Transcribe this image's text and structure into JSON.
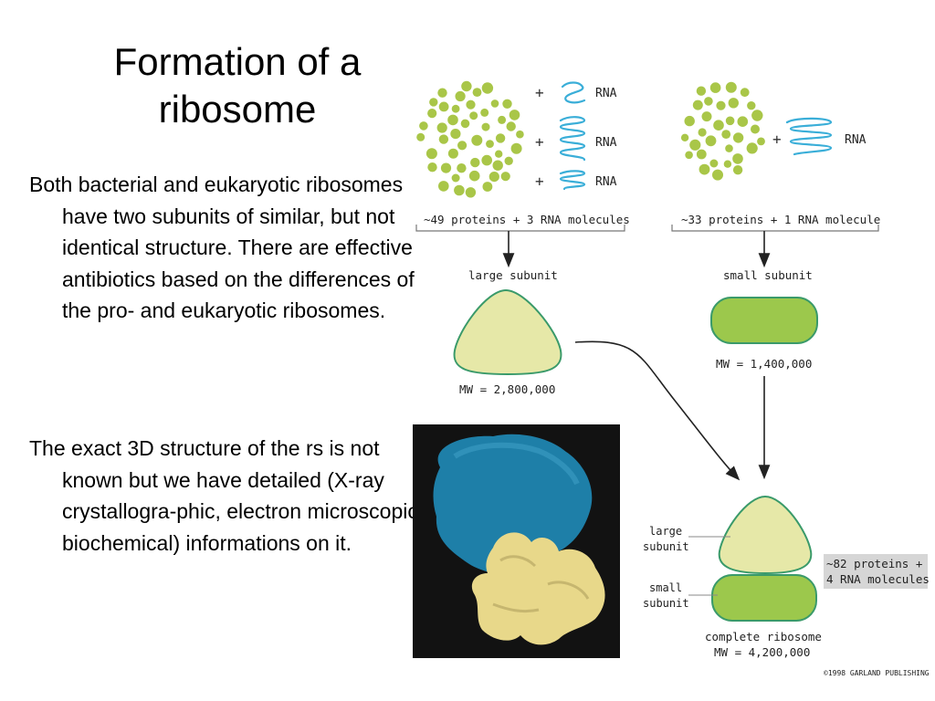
{
  "slide": {
    "title": "Formation of a ribosome",
    "paragraph1": "Both bacterial and eukaryotic ribosomes have two subunits of similar, but not identical structure. There are effective antibiotics based on the differences of the pro- and eukaryotic ribosomes.",
    "paragraph2": "The exact 3D structure of the rs is not known but we have detailed (X-ray crystallogra-phic, electron microscopic, biochemical) informations on it."
  },
  "diagram": {
    "rna_label": "RNA",
    "plus_sign": "+",
    "large_group_caption": "~49 proteins + 3 RNA molecules",
    "small_group_caption": "~33 proteins + 1 RNA molecule",
    "large_subunit_label": "large subunit",
    "small_subunit_label": "small subunit",
    "large_mw": "MW = 2,800,000",
    "small_mw": "MW = 1,400,000",
    "complete_large_label": [
      "large",
      "subunit"
    ],
    "complete_small_label": [
      "small",
      "subunit"
    ],
    "complete_caption": "complete ribosome",
    "complete_mw": "MW = 4,200,000",
    "complete_box": [
      "~82 proteins +",
      "4 RNA molecules"
    ],
    "copyright": "©1998 GARLAND PUBLISHING"
  },
  "colors": {
    "protein_dot": "#a9c648",
    "rna_strand": "#3aaed8",
    "large_subunit_fill": "#e6e8a8",
    "small_subunit_fill": "#9cc84c",
    "subunit_stroke": "#3a9a6a",
    "info_box_bg": "#d6d6d6",
    "model_background": "#121212",
    "model_blue": "#1e7fa8",
    "model_yellow": "#e8d88a"
  }
}
